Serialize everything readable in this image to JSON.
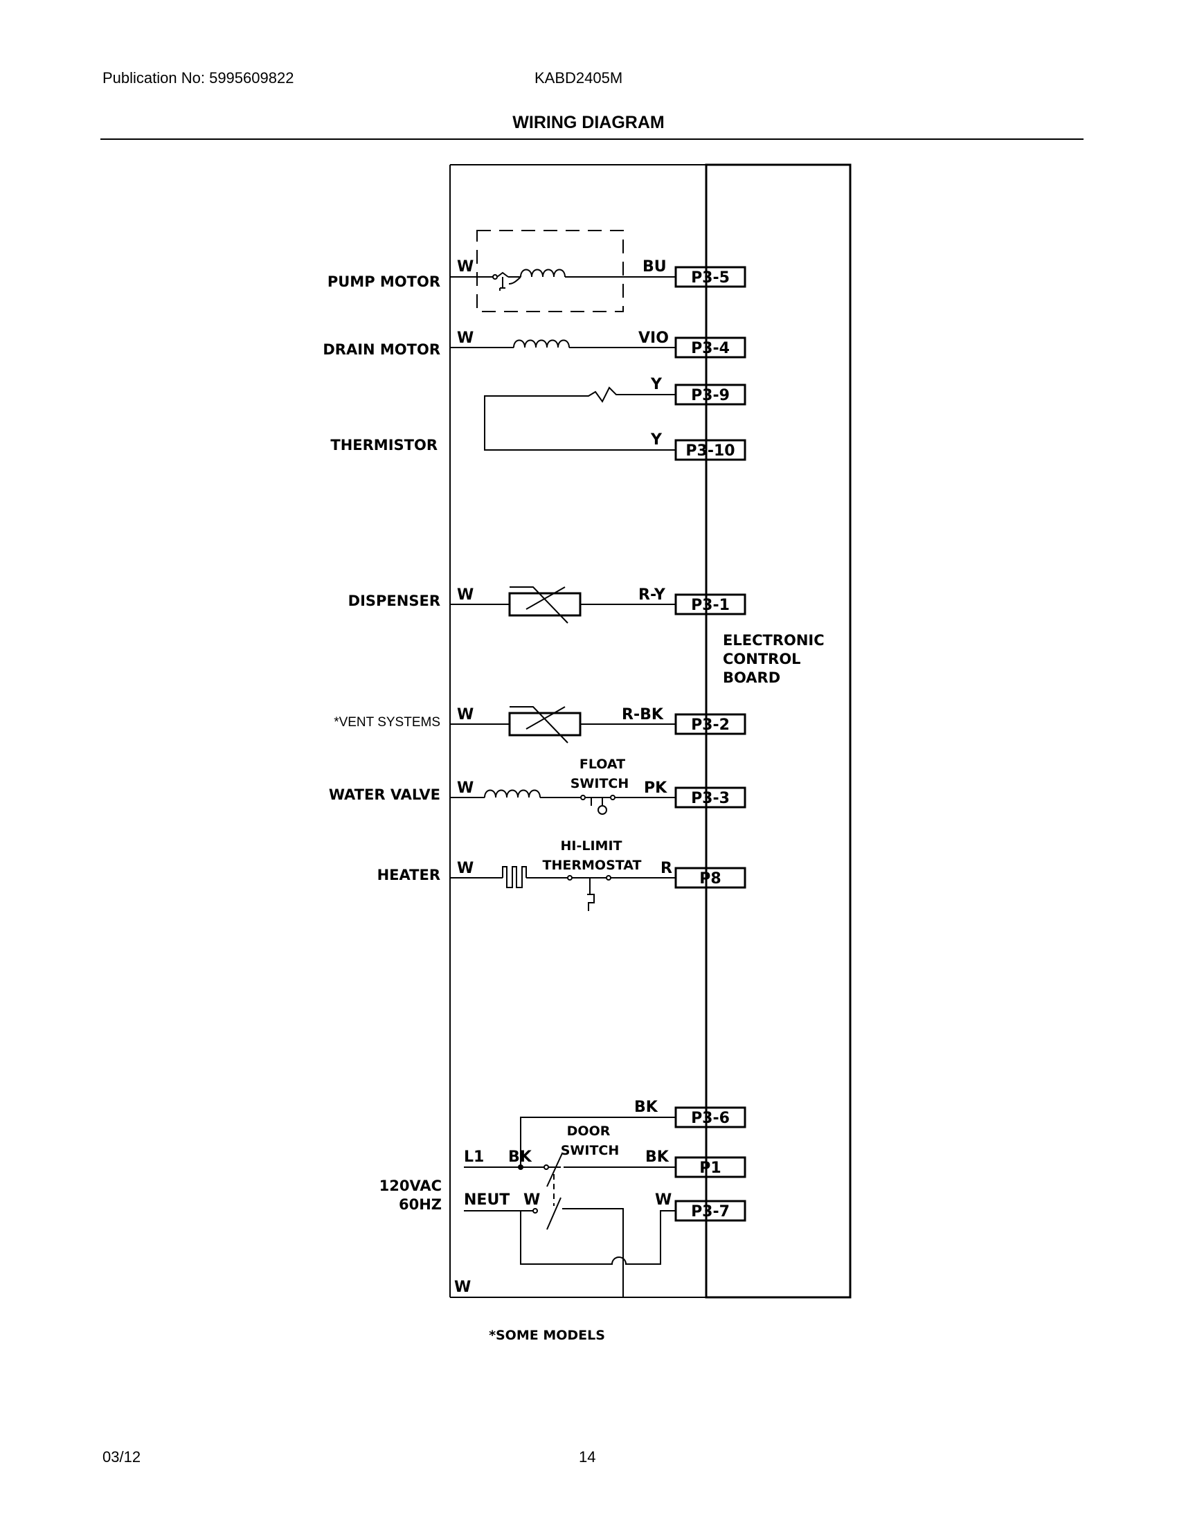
{
  "header": {
    "publication": "Publication No: 5995609822",
    "model": "KABD2405M",
    "title": "WIRING DIAGRAM"
  },
  "components": {
    "pump_motor": "PUMP MOTOR",
    "drain_motor": "DRAIN MOTOR",
    "thermistor": "THERMISTOR",
    "dispenser": "DISPENSER",
    "vent_systems": "*VENT SYSTEMS",
    "water_valve": "WATER VALVE",
    "heater": "HEATER",
    "supply_line1": "120VAC",
    "supply_line2": "60HZ",
    "float_switch_1": "FLOAT",
    "float_switch_2": "SWITCH",
    "hi_limit_1": "HI-LIMIT",
    "hi_limit_2": "THERMOSTAT",
    "door_switch_1": "DOOR",
    "door_switch_2": "SWITCH",
    "l1": "L1",
    "neut": "NEUT",
    "board_1": "ELECTRONIC",
    "board_2": "CONTROL",
    "board_3": "BOARD"
  },
  "wires": {
    "pump_in": "W",
    "pump_out": "BU",
    "drain_in": "W",
    "drain_out": "VIO",
    "therm_a": "Y",
    "therm_b": "Y",
    "disp_in": "W",
    "disp_out": "R-Y",
    "vent_in": "W",
    "vent_out": "R-BK",
    "valve_in": "W",
    "valve_out": "PK",
    "heater_in": "W",
    "heater_out": "R",
    "bk_top": "BK",
    "l1_bk": "BK",
    "p1_bk": "BK",
    "neut_w": "W",
    "p37_w": "W",
    "bottom_w": "W"
  },
  "connectors": {
    "p3_5": "P3-5",
    "p3_4": "P3-4",
    "p3_9": "P3-9",
    "p3_10": "P3-10",
    "p3_1": "P3-1",
    "p3_2": "P3-2",
    "p3_3": "P3-3",
    "p8": "P8",
    "p3_6": "P3-6",
    "p1": "P1",
    "p3_7": "P3-7"
  },
  "footnote": "*SOME MODELS",
  "footer": {
    "date": "03/12",
    "page": "14"
  }
}
